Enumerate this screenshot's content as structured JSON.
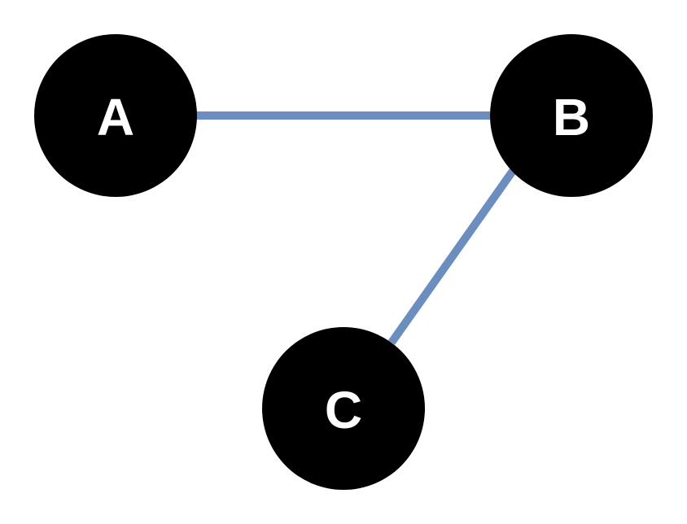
{
  "diagram": {
    "type": "graph",
    "colors": {
      "background": "#ffffff",
      "node_fill": "#000000",
      "node_label": "#ffffff",
      "edge": "#6c8ebf"
    },
    "nodes": [
      {
        "id": "A",
        "label": "A"
      },
      {
        "id": "B",
        "label": "B"
      },
      {
        "id": "C",
        "label": "C"
      }
    ],
    "edges": [
      {
        "from": "A",
        "to": "B"
      },
      {
        "from": "B",
        "to": "C"
      }
    ]
  }
}
